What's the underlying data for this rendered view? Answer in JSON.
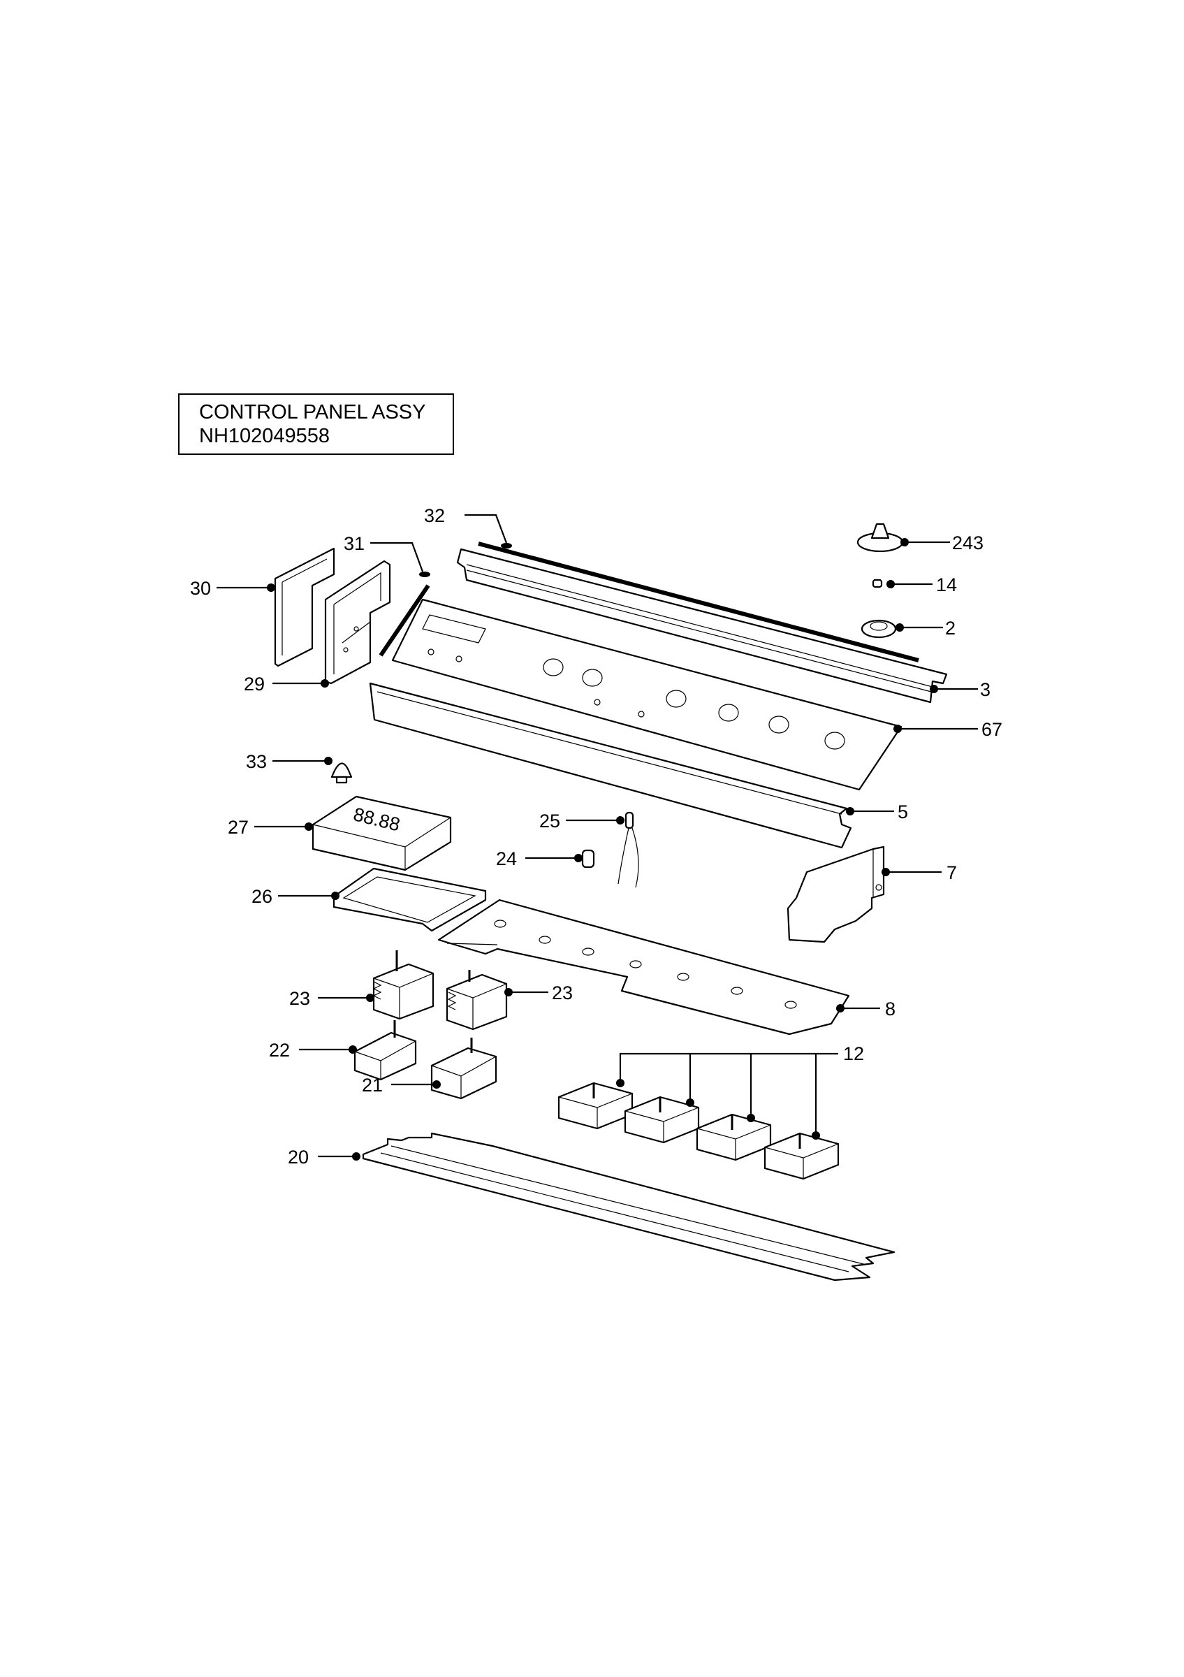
{
  "title": {
    "line1": "CONTROL PANEL ASSY",
    "line2": "NH102049558"
  },
  "callouts": [
    {
      "id": "c243",
      "label": "243"
    },
    {
      "id": "c14",
      "label": "14"
    },
    {
      "id": "c2",
      "label": "2"
    },
    {
      "id": "c3",
      "label": "3"
    },
    {
      "id": "c67",
      "label": "67"
    },
    {
      "id": "c5",
      "label": "5"
    },
    {
      "id": "c7",
      "label": "7"
    },
    {
      "id": "c8",
      "label": "8"
    },
    {
      "id": "c12",
      "label": "12"
    },
    {
      "id": "c32",
      "label": "32"
    },
    {
      "id": "c31",
      "label": "31"
    },
    {
      "id": "c30",
      "label": "30"
    },
    {
      "id": "c29",
      "label": "29"
    },
    {
      "id": "c33",
      "label": "33"
    },
    {
      "id": "c27",
      "label": "27"
    },
    {
      "id": "c26",
      "label": "26"
    },
    {
      "id": "c25",
      "label": "25"
    },
    {
      "id": "c24",
      "label": "24"
    },
    {
      "id": "c23a",
      "label": "23"
    },
    {
      "id": "c23b",
      "label": "23"
    },
    {
      "id": "c22",
      "label": "22"
    },
    {
      "id": "c21",
      "label": "21"
    },
    {
      "id": "c20",
      "label": "20"
    }
  ],
  "display_readout": "88.88"
}
